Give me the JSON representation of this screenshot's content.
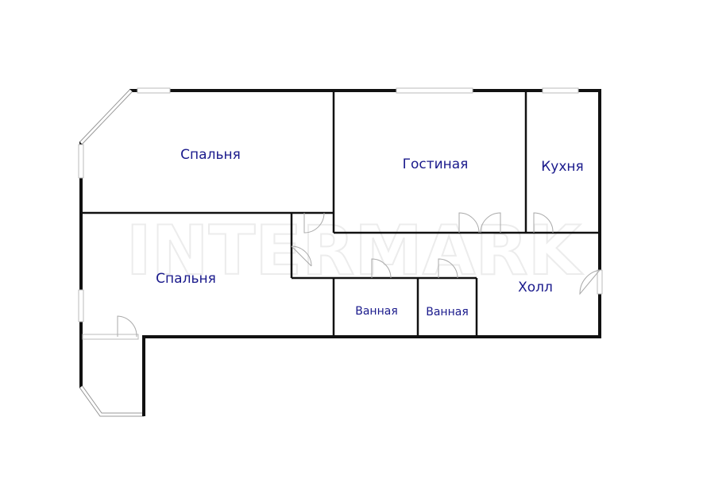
{
  "watermark": "INTERMARK",
  "rooms": {
    "bedroom1": "Спальня",
    "bedroom2": "Спальня",
    "living": "Гостиная",
    "kitchen": "Кухня",
    "hall": "Холл",
    "bath1": "Ванная",
    "bath2": "Ванная"
  },
  "colors": {
    "label": "#1a1a8c",
    "wall": "#111111"
  }
}
